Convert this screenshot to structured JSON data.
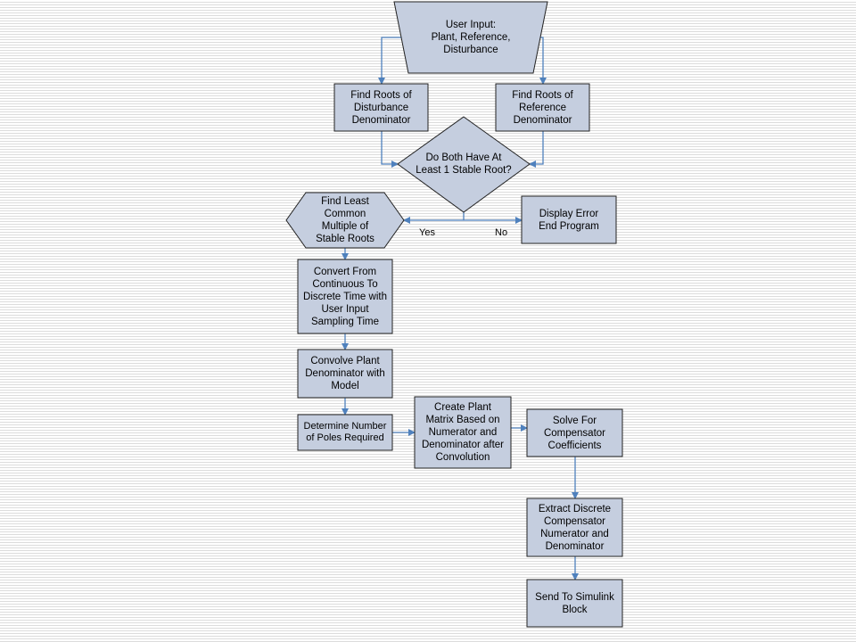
{
  "nodes": {
    "user_input": "User Input:\nPlant, Reference,\nDisturbance",
    "roots_disturbance": "Find Roots of\nDisturbance\nDenominator",
    "roots_reference": "Find Roots of\nReference\nDenominator",
    "decision_stable": "Do Both Have At\nLeast 1 Stable Root?",
    "lcm_stable_roots": "Find Least\nCommon\nMultiple of\nStable Roots",
    "display_error": "Display Error\nEnd Program",
    "convert_discrete": "Convert From\nContinuous To\nDiscrete Time with\nUser Input\nSampling Time",
    "convolve_plant": "Convolve Plant\nDenominator with\nModel",
    "determine_poles": "Determine Number\nof Poles Required",
    "create_matrix": "Create Plant\nMatrix Based on\nNumerator and\nDenominator after\nConvolution",
    "solve_compensator": "Solve For\nCompensator\nCoefficients",
    "extract_compensator": "Extract Discrete\nCompensator\nNumerator and\nDenominator",
    "send_simulink": "Send To Simulink\nBlock"
  },
  "edge_labels": {
    "yes": "Yes",
    "no": "No"
  },
  "colors": {
    "fill": "#c5cedf",
    "stroke": "#222222",
    "arrow": "#4f81bd"
  }
}
